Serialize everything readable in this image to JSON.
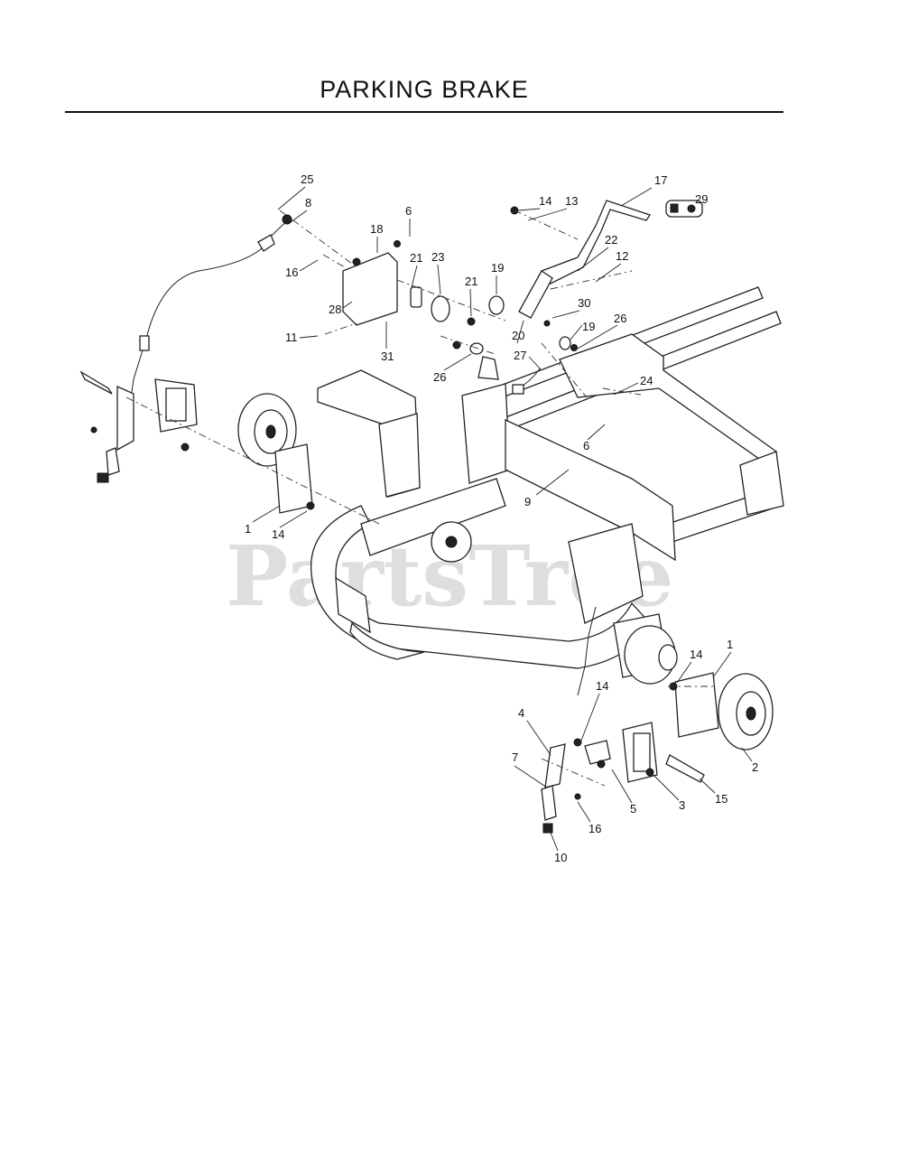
{
  "header": {
    "title": "PARKING BRAKE"
  },
  "watermark": {
    "text": "PartsTree"
  },
  "callouts": [
    "25",
    "8",
    "6",
    "18",
    "16",
    "21",
    "23",
    "21",
    "19",
    "28",
    "11",
    "31",
    "26",
    "20",
    "27",
    "14",
    "13",
    "17",
    "29",
    "22",
    "12",
    "30",
    "19",
    "26",
    "24",
    "6",
    "9",
    "1",
    "14",
    "4",
    "14",
    "1",
    "7",
    "5",
    "3",
    "15",
    "2",
    "16",
    "10"
  ]
}
